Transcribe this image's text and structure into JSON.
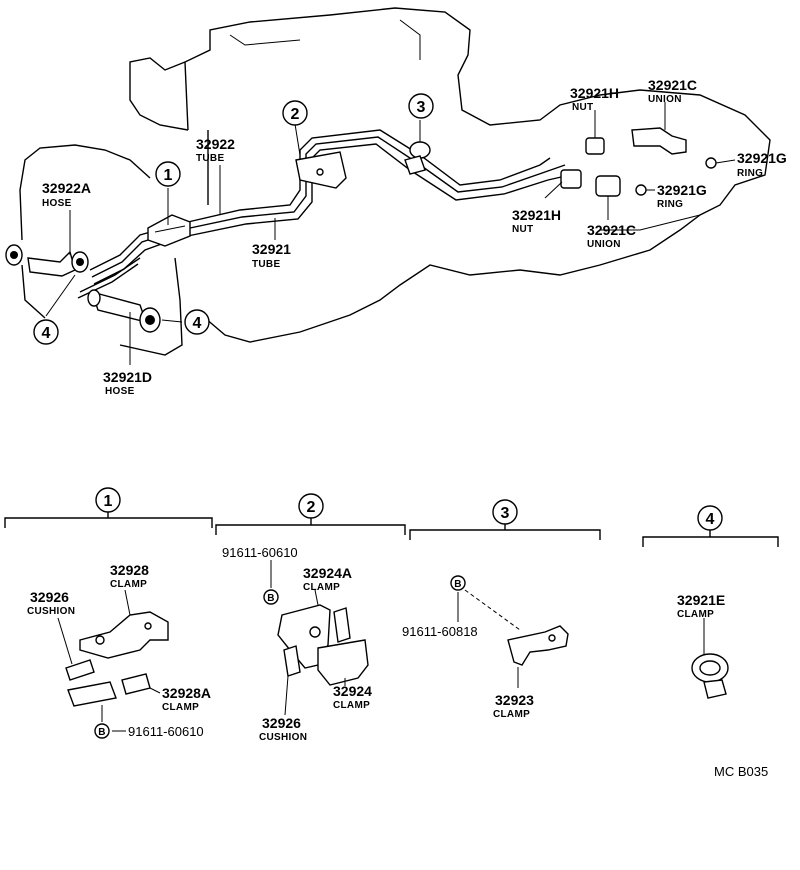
{
  "labels": {
    "l32922": {
      "pn": "32922",
      "nm": "TUBE"
    },
    "l32922a": {
      "pn": "32922A",
      "nm": "HOSE"
    },
    "l32921": {
      "pn": "32921",
      "nm": "TUBE"
    },
    "l32921d": {
      "pn": "32921D",
      "nm": "HOSE"
    },
    "l32921h_top": {
      "pn": "32921H",
      "nm": "NUT"
    },
    "l32921c_top": {
      "pn": "32921C",
      "nm": "UNION"
    },
    "l32921g_top": {
      "pn": "32921G",
      "nm": "RING"
    },
    "l32921g_mid": {
      "pn": "32921G",
      "nm": "RING"
    },
    "l32921h_mid": {
      "pn": "32921H",
      "nm": "NUT"
    },
    "l32921c_mid": {
      "pn": "32921C",
      "nm": "UNION"
    },
    "l32928": {
      "pn": "32928",
      "nm": "CLAMP"
    },
    "l32926_a": {
      "pn": "32926",
      "nm": "CUSHION"
    },
    "l32928a": {
      "pn": "32928A",
      "nm": "CLAMP"
    },
    "l32924a": {
      "pn": "32924A",
      "nm": "CLAMP"
    },
    "l32924": {
      "pn": "32924",
      "nm": "CLAMP"
    },
    "l32926_b": {
      "pn": "32926",
      "nm": "CUSHION"
    },
    "l32923": {
      "pn": "32923",
      "nm": "CLAMP"
    },
    "l32921e": {
      "pn": "32921E",
      "nm": "CLAMP"
    }
  },
  "bolt_codes": {
    "b1": "91611-60610",
    "b2": "91611-60610",
    "b3": "91611-60818"
  },
  "bolt_symbol": "B",
  "callouts": [
    "1",
    "2",
    "3",
    "4"
  ],
  "diagram_code": "MC B035"
}
